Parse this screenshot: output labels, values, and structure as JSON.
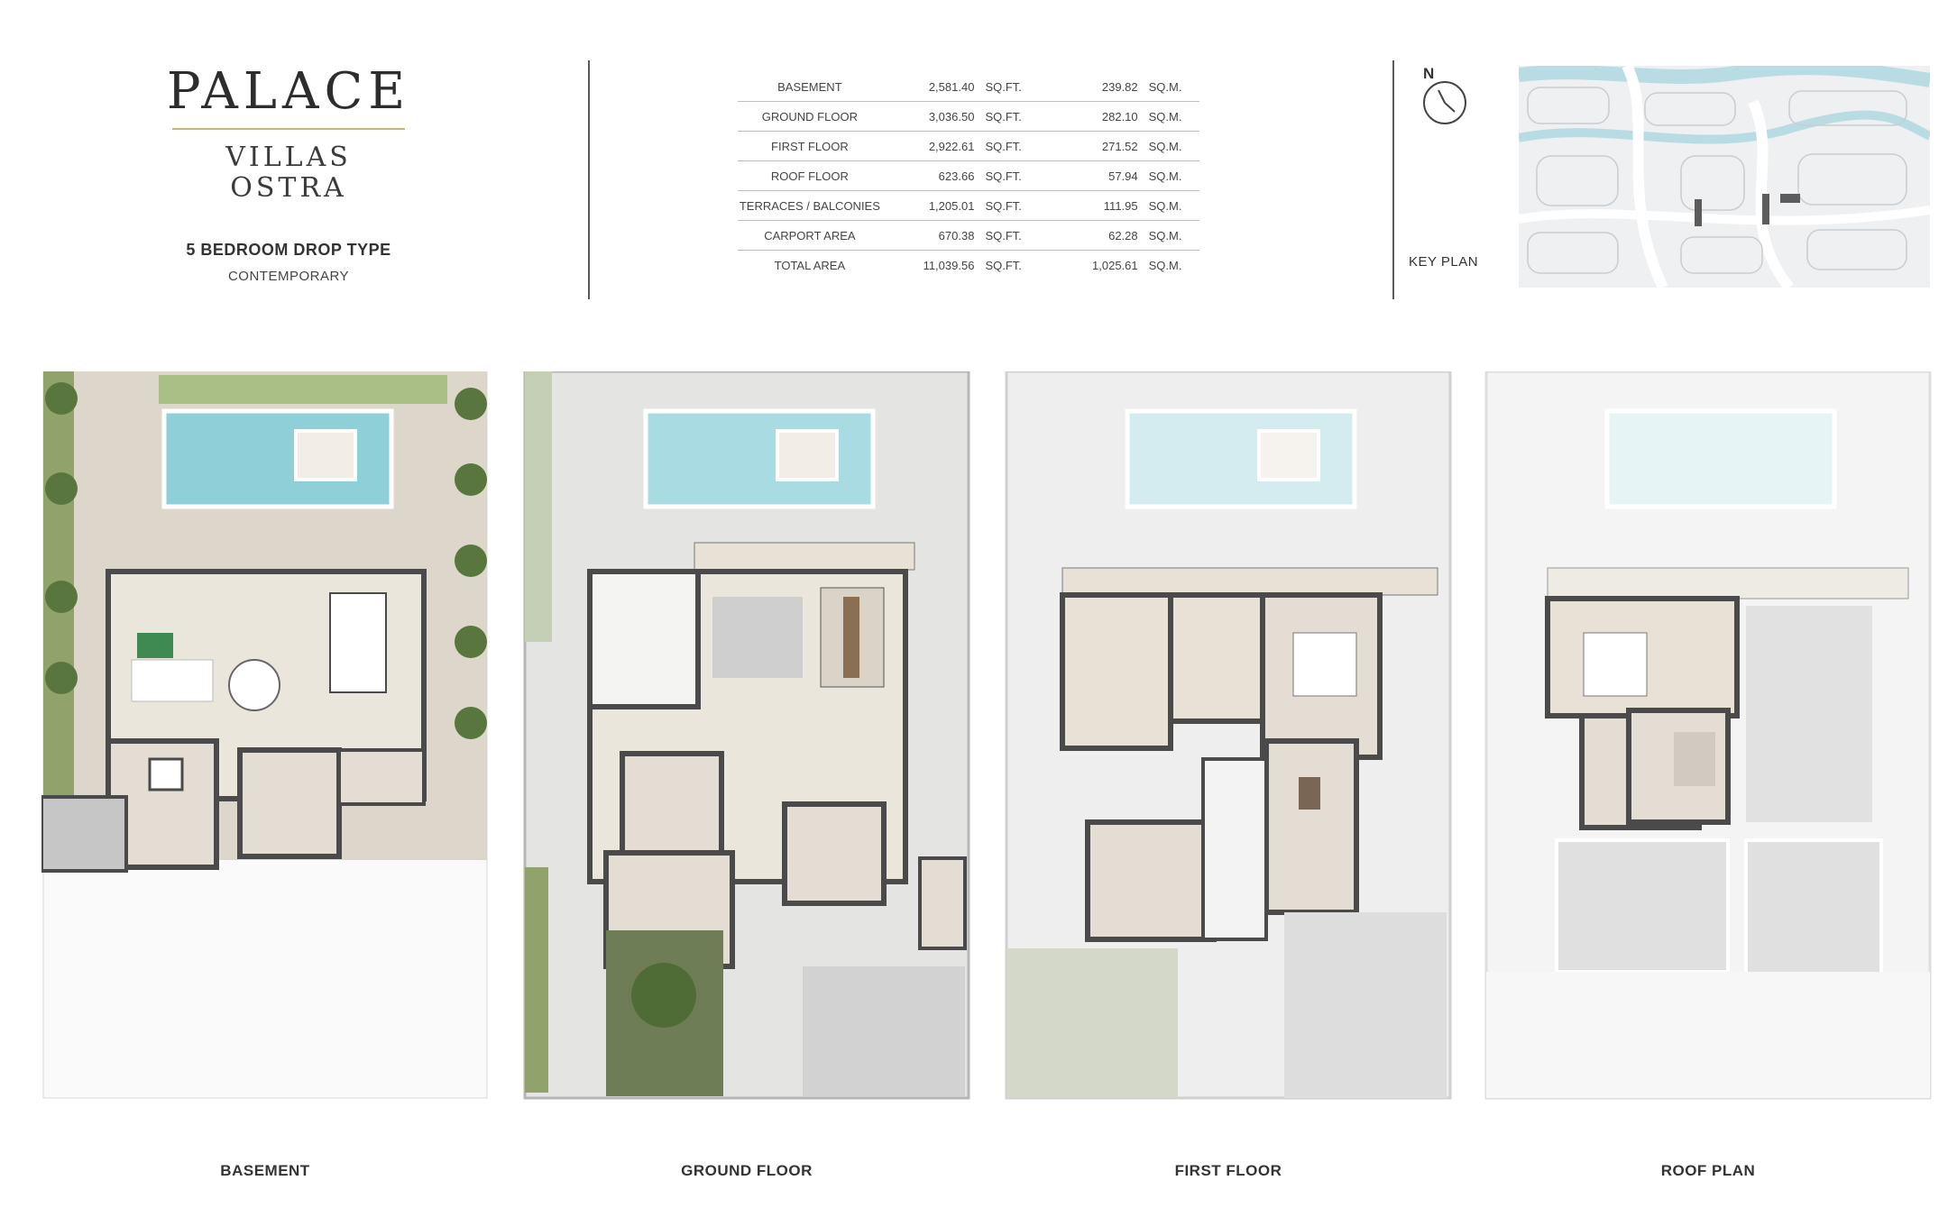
{
  "brand": {
    "name": "PALACE",
    "line1": "VILLAS",
    "line2": "OSTRA"
  },
  "unit": {
    "type": "5 BEDROOM DROP TYPE",
    "style": "CONTEMPORARY"
  },
  "areas": {
    "unit_sqft": "SQ.FT.",
    "unit_sqm": "SQ.M.",
    "rows": [
      {
        "name": "BASEMENT",
        "sqft": "2,581.40",
        "sqm": "239.82"
      },
      {
        "name": "GROUND FLOOR",
        "sqft": "3,036.50",
        "sqm": "282.10"
      },
      {
        "name": "FIRST FLOOR",
        "sqft": "2,922.61",
        "sqm": "271.52"
      },
      {
        "name": "ROOF FLOOR",
        "sqft": "623.66",
        "sqm": "57.94"
      },
      {
        "name": "TERRACES / BALCONIES",
        "sqft": "1,205.01",
        "sqm": "111.95"
      },
      {
        "name": "CARPORT AREA",
        "sqft": "670.38",
        "sqm": "62.28"
      },
      {
        "name": "TOTAL AREA",
        "sqft": "11,039.56",
        "sqm": "1,025.61"
      }
    ]
  },
  "key_plan": {
    "north": "N",
    "label": "KEY PLAN"
  },
  "floors": {
    "basement": {
      "label": "BASEMENT"
    },
    "ground": {
      "label": "GROUND FLOOR"
    },
    "first": {
      "label": "FIRST FLOOR"
    },
    "roof": {
      "label": "ROOF PLAN"
    }
  },
  "colors": {
    "accent_gold": "#c9b27a",
    "pool": "#8fd0d8",
    "floor_tile": "#e3ddd3",
    "wall": "#4a4a4a",
    "lawn": "#8fa36a"
  }
}
